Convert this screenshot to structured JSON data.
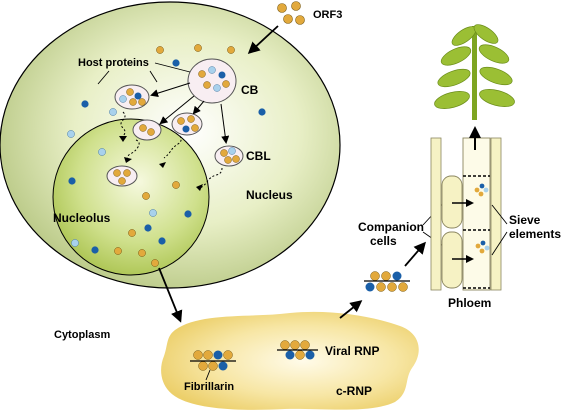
{
  "labels": {
    "orf3": "ORF3",
    "host_proteins": "Host proteins",
    "cb": "CB",
    "cbl": "CBL",
    "nucleus": "Nucleus",
    "nucleolus": "Nucleolus",
    "cytoplasm": "Cytoplasm",
    "companion_cells_1": "Companion",
    "companion_cells_2": "cells",
    "sieve_elements_1": "Sieve",
    "sieve_elements_2": "elements",
    "phloem": "Phloem",
    "viral_rnp": "Viral RNP",
    "fibrillarin": "Fibrillarin",
    "c_rnp": "c-RNP"
  },
  "colors": {
    "orf3_orange": "#e2a93c",
    "host_dark_blue": "#1a5fa8",
    "host_light_blue": "#a8d1ec",
    "nucleus_fill": "#dfe8b4",
    "nucleolus_fill": "#bcd26d",
    "crnp_fill": "#f4dc84",
    "leaf_green": "#8fb42a",
    "phloem_cell": "#f6f2c4"
  }
}
